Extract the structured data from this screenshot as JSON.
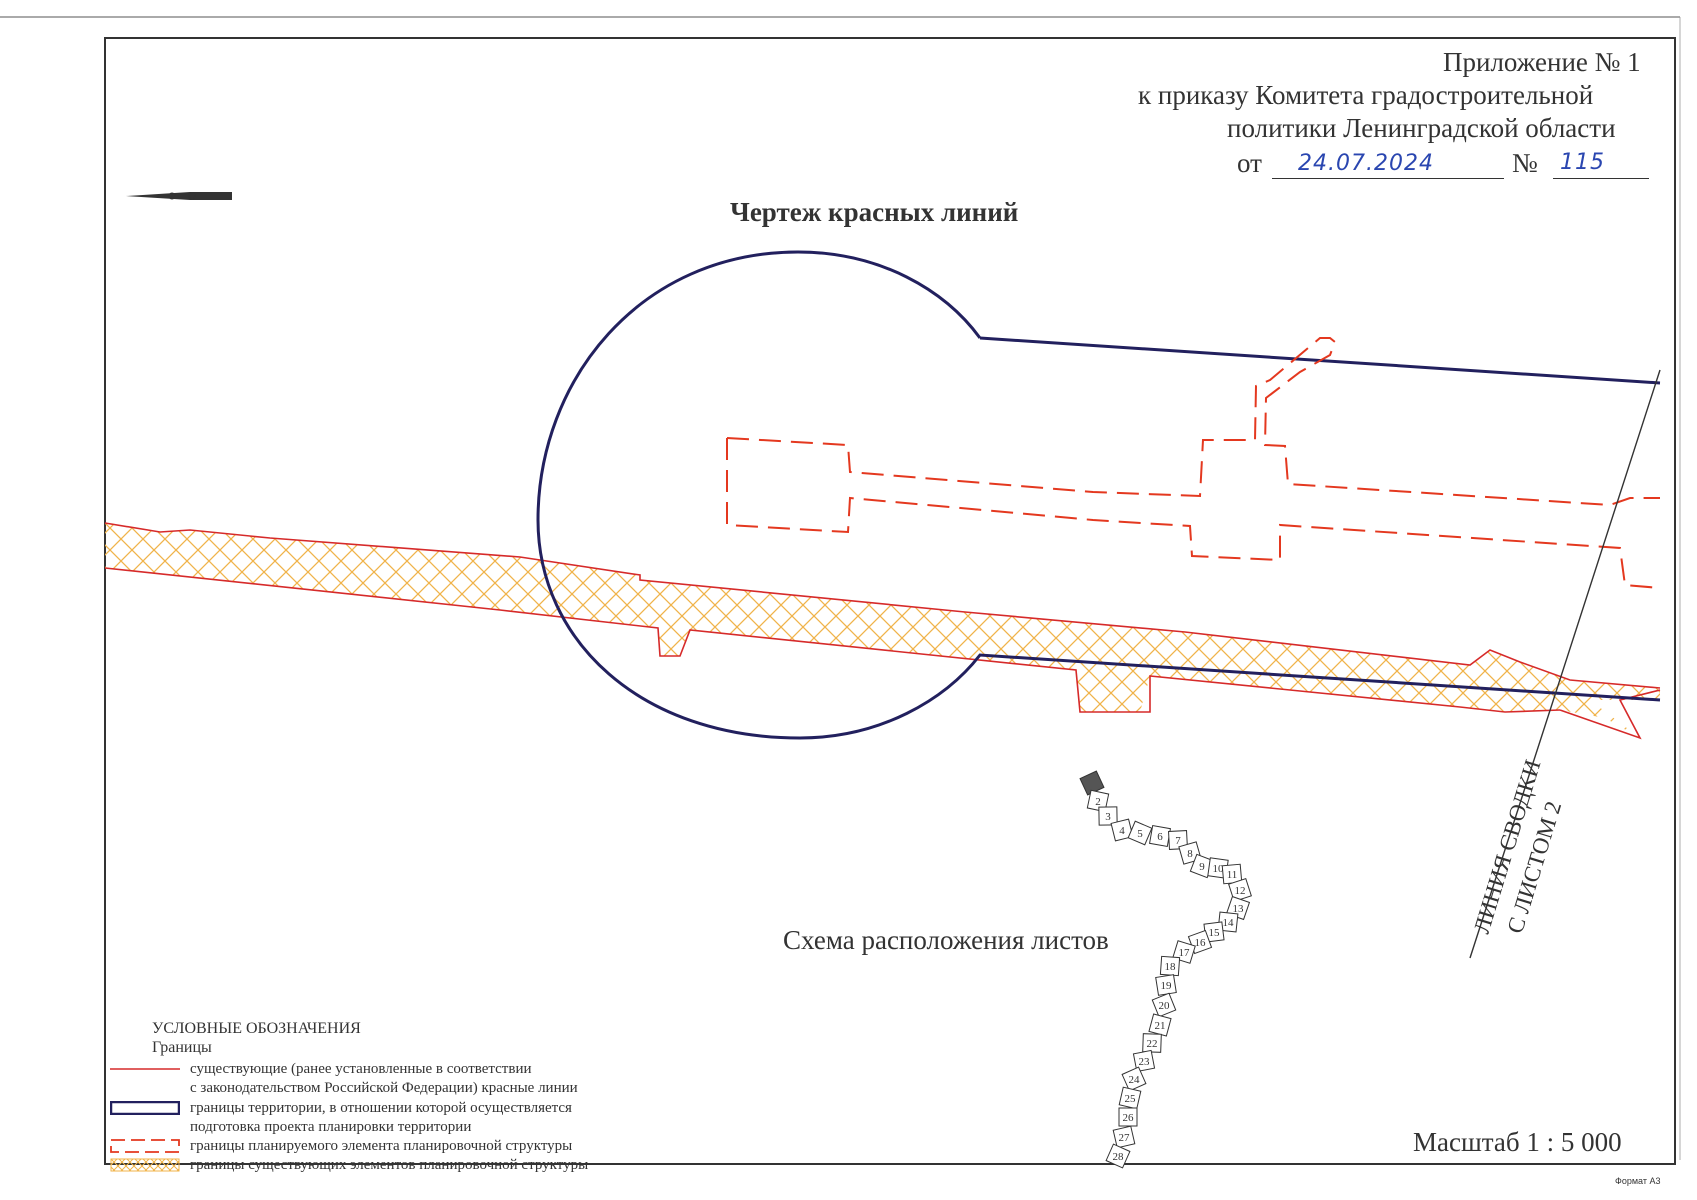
{
  "header": {
    "line1": "Приложение № 1",
    "line2": "к приказу Комитета градостроительной",
    "line3": "политики Ленинградской области",
    "from_label": "от",
    "date_value": "24.07.2024",
    "number_label": "№",
    "number_value": "115"
  },
  "map": {
    "title": "Чертеж красных линий",
    "svodka_line1": "ЛИНИЯ СВОДКИ",
    "svodka_line2": "С ЛИСТОМ 2"
  },
  "scheme": {
    "title": "Схема расположения листов",
    "sheets": [
      "1",
      "2",
      "3",
      "4",
      "5",
      "6",
      "7",
      "8",
      "9",
      "10",
      "11",
      "12",
      "13",
      "14",
      "15",
      "16",
      "17",
      "18",
      "19",
      "20",
      "21",
      "22",
      "23",
      "24",
      "25",
      "26",
      "27",
      "28"
    ]
  },
  "scale": "Масштаб 1 : 5 000",
  "format": "Формат А3",
  "legend": {
    "heading": "УСЛОВНЫЕ ОБОЗНАЧЕНИЯ",
    "subheading": "Границы",
    "items": [
      {
        "symbol": "red-line",
        "lines": [
          "существующие (ранее установленные в соответствии",
          "с законодательством Российской Федерации) красные линии"
        ]
      },
      {
        "symbol": "navy-box",
        "lines": [
          "границы территории, в отношении которой осуществляется",
          "подготовка проекта планировки территории"
        ]
      },
      {
        "symbol": "orange-dashed-box",
        "lines": [
          "границы планируемого элемента планировочной структуры"
        ]
      },
      {
        "symbol": "hatched-box",
        "lines": [
          "границы существующих элементов планировочной структуры"
        ]
      }
    ]
  },
  "colors": {
    "red_line": "#d62a2a",
    "navy_boundary": "#22205e",
    "planned_dashed": "#e4381f",
    "hatch": "#f0b34a"
  }
}
